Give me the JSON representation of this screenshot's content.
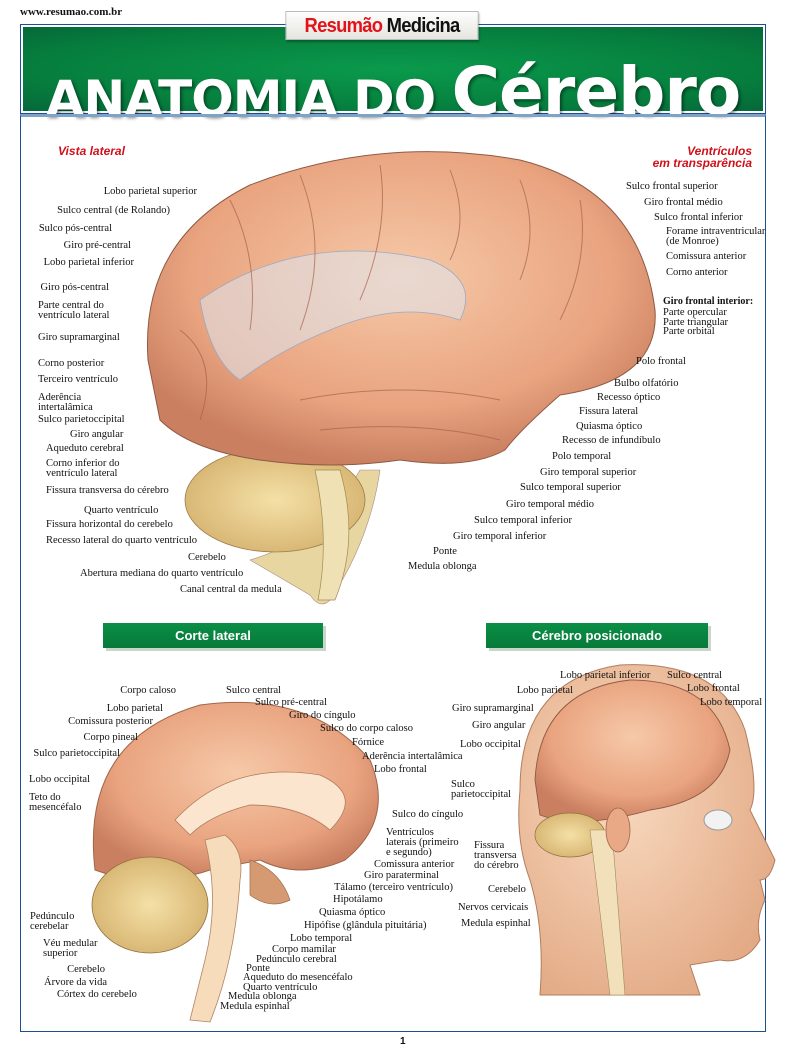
{
  "site_url": "www.resumao.com.br",
  "badge": {
    "part1": "Resumão",
    "part2": "Medicina"
  },
  "title": {
    "part1": "ANATOMIA DO",
    "part2": "Cérebro"
  },
  "colors": {
    "green": "#067d3d",
    "red": "#d0101a",
    "frame": "#1d4f91"
  },
  "lateral_view": {
    "heading": "Vista lateral",
    "heading_right": [
      "Ventrículos",
      "em transparência"
    ],
    "left_labels": [
      "Lobo parietal superior",
      "Sulco central (de Rolando)",
      "Sulco pós-central",
      "Giro pré-central",
      "Lobo parietal inferior",
      "Giro pós-central",
      "Parte central do\nventrículo lateral",
      "Giro supramarginal",
      "Corno posterior",
      "Terceiro ventrículo",
      "Aderência\nintertalâmica",
      "Sulco parietoccipital",
      "Giro angular",
      "Aqueduto cerebral",
      "Corno inferior do\nventrículo lateral",
      "Fissura transversa do cérebro",
      "Quarto ventrículo",
      "Fissura horizontal do cerebelo",
      "Recesso lateral do quarto ventrículo",
      "Cerebelo",
      "Abertura mediana do quarto ventrículo",
      "Canal central da medula"
    ],
    "right_labels": [
      "Sulco frontal superior",
      "Giro frontal médio",
      "Sulco frontal inferior",
      "Forame intraventricular\n(de Monroe)",
      "Comissura anterior",
      "Corno anterior",
      "Giro frontal interior:",
      "Parte opercular",
      "Parte triangular",
      "Parte orbital",
      "Polo frontal",
      "Bulbo olfatório",
      "Recesso óptico",
      "Fissura lateral",
      "Quiasma óptico",
      "Recesso de infundíbulo",
      "Polo temporal",
      "Giro temporal superior",
      "Sulco temporal superior",
      "Giro temporal médio",
      "Sulco temporal inferior",
      "Giro temporal inferior",
      "Ponte",
      "Medula oblonga"
    ]
  },
  "sagittal": {
    "heading": "Corte lateral",
    "labels": [
      "Corpo caloso",
      "Sulco central",
      "Lobo parietal",
      "Sulco pré-central",
      "Comissura posterior",
      "Giro do cíngulo",
      "Corpo pineal",
      "Sulco do corpo caloso",
      "Sulco parietoccipital",
      "Fórnice",
      "Aderência intertalâmica",
      "Lobo frontal",
      "Lobo occipital",
      "Teto do\nmesencéfalo",
      "Sulco do cíngulo",
      "Ventrículos\nlaterais (primeiro\ne segundo)",
      "Comissura anterior",
      "Giro paraterminal",
      "Tálamo (terceiro ventrículo)",
      "Hipotálamo",
      "Quiasma óptico",
      "Hipófise (glândula pituitária)",
      "Lobo temporal",
      "Corpo mamilar",
      "Pedúnculo cerebral",
      "Ponte",
      "Aqueduto do mesencéfalo",
      "Quarto ventrículo",
      "Medula oblonga",
      "Medula espinhal",
      "Pedúnculo\ncerebelar",
      "Véu medular\nsuperior",
      "Cerebelo",
      "Árvore da vida",
      "Córtex do cerebelo"
    ]
  },
  "positioned": {
    "heading": "Cérebro posicionado",
    "labels": [
      "Lobo parietal inferior",
      "Sulco central",
      "Lobo parietal",
      "Lobo frontal",
      "Lobo temporal",
      "Giro supramarginal",
      "Giro angular",
      "Lobo occipital",
      "Sulco\nparietoccipital",
      "Fissura\ntransversa\ndo cérebro",
      "Cerebelo",
      "Nervos cervicais",
      "Medula espinhal"
    ]
  },
  "page_number": "1"
}
